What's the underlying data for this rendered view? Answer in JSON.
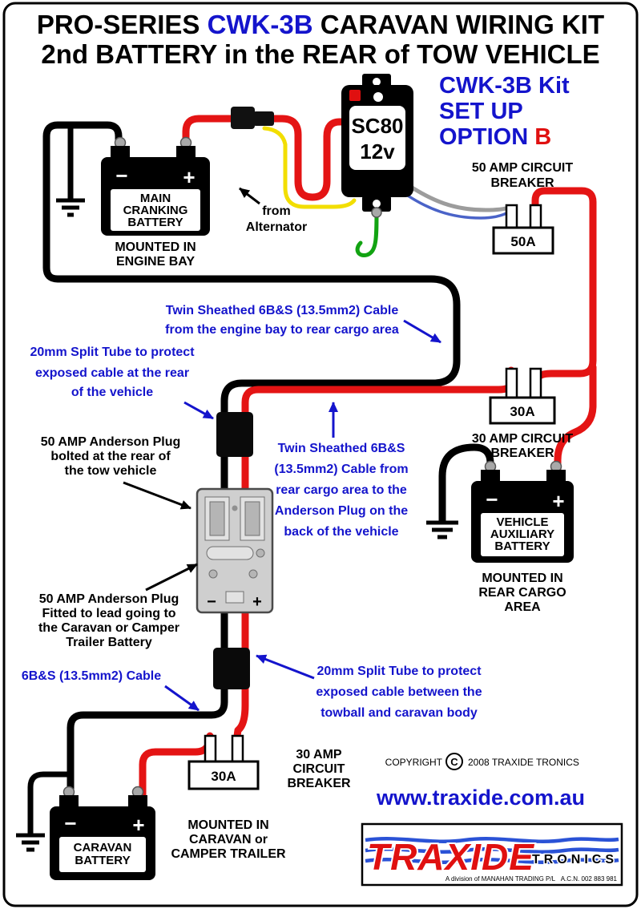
{
  "colors": {
    "title_blue": "#1414CC",
    "accent_red": "#E01010",
    "wire_black": "#000000",
    "wire_red": "#E41414",
    "wire_yellow": "#F2DE00",
    "wire_green": "#12A312",
    "wire_grey": "#9C9C9C",
    "wire_blue": "#4A63C8",
    "logo_wave_blue": "#2A52D6"
  },
  "title": {
    "l1a": "PRO-SERIES ",
    "l1b": "CWK-3B",
    "l1c": " CARAVAN WIRING KIT",
    "l2": "2nd BATTERY in the REAR of TOW VEHICLE"
  },
  "kit": {
    "l1": "CWK-3B Kit",
    "l2": "SET UP",
    "l3a": "OPTION ",
    "l3b": "B"
  },
  "sc80": {
    "model": "SC80",
    "voltage": "12v"
  },
  "alternator": {
    "l1": "from",
    "l2": "Alternator"
  },
  "main_battery": {
    "minus": "−",
    "plus": "+",
    "label": [
      "MAIN",
      "CRANKING",
      "BATTERY"
    ],
    "mounted": [
      "MOUNTED IN",
      "ENGINE BAY"
    ]
  },
  "aux_battery": {
    "minus": "−",
    "plus": "+",
    "label": [
      "VEHICLE",
      "AUXILIARY",
      "BATTERY"
    ],
    "mounted": [
      "MOUNTED IN",
      "REAR CARGO",
      "AREA"
    ]
  },
  "caravan_battery": {
    "minus": "−",
    "plus": "+",
    "label": [
      "CARAVAN",
      "BATTERY"
    ]
  },
  "breaker_50": {
    "value": "50A",
    "title": [
      "50 AMP CIRCUIT",
      "BREAKER"
    ]
  },
  "breaker_30_rear": {
    "value": "30A",
    "title": [
      "30 AMP CIRCUIT",
      "BREAKER"
    ]
  },
  "breaker_30_caravan": {
    "value": "30A",
    "title": [
      "30 AMP",
      "CIRCUIT",
      "BREAKER"
    ],
    "mounted": [
      "MOUNTED IN",
      "CARAVAN or",
      "CAMPER TRAILER"
    ]
  },
  "anderson_plug": {
    "minus": "−",
    "plus": "+"
  },
  "notes": {
    "twin1": [
      "Twin Sheathed 6B&S (13.5mm2) Cable",
      "from the engine bay to rear cargo area"
    ],
    "split_rear": [
      "20mm Split Tube to protect",
      "exposed cable at the rear",
      "of the vehicle"
    ],
    "anderson_bolted": [
      "50 AMP Anderson Plug",
      "bolted at the rear of",
      "the tow vehicle"
    ],
    "twin2": [
      "Twin Sheathed 6B&S",
      "(13.5mm2) Cable from",
      "rear cargo area to the",
      "Anderson Plug on the",
      "back of the vehicle"
    ],
    "anderson_fitted": [
      "50 AMP Anderson Plug",
      "Fitted to lead going to",
      "the Caravan or Camper",
      "Trailer Battery"
    ],
    "cable_6bs": "6B&S (13.5mm2) Cable",
    "split_towball": [
      "20mm Split Tube to protect",
      "exposed cable between the",
      "towball and caravan body"
    ]
  },
  "footer": {
    "copyright_left": "COPYRIGHT",
    "copyright_symbol": "C",
    "copyright_right": "2008 TRAXIDE TRONICS",
    "website": "www.traxide.com.au",
    "brand_primary": "TRAXIDE",
    "brand_secondary": "TRONICS",
    "division_line": "A division of MANAHAN TRADING P/L   A.C.N. 002 883 981"
  }
}
